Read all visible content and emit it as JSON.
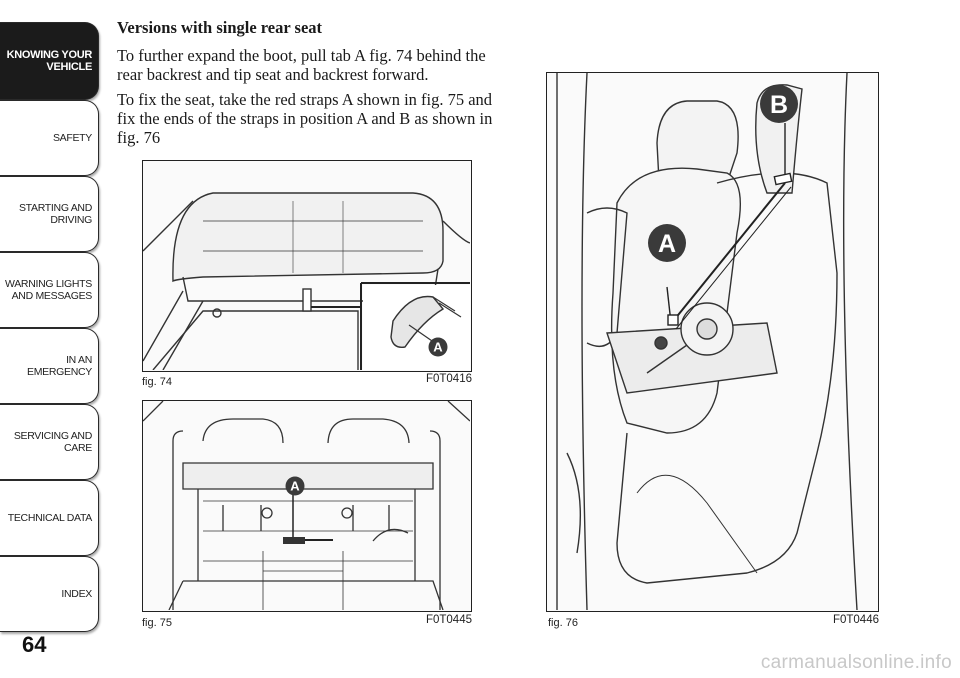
{
  "sidebar": {
    "tabs": [
      {
        "line1": "KNOWING YOUR",
        "line2": "VEHICLE",
        "active": true
      },
      {
        "line1": "SAFETY",
        "line2": ""
      },
      {
        "line1": "STARTING AND",
        "line2": "DRIVING"
      },
      {
        "line1": "WARNING LIGHTS",
        "line2": "AND MESSAGES"
      },
      {
        "line1": "IN AN EMERGENCY",
        "line2": ""
      },
      {
        "line1": "SERVICING AND",
        "line2": "CARE"
      },
      {
        "line1": "TECHNICAL DATA",
        "line2": ""
      },
      {
        "line1": "INDEX",
        "line2": ""
      }
    ]
  },
  "page_number": "64",
  "section": {
    "heading": "Versions with single rear seat",
    "para1": "To further expand the boot, pull tab A fig. 74 behind the rear backrest and tip seat and backrest forward.",
    "para2": "To fix the seat, take the red straps A shown in fig. 75 and fix the ends of the straps in position A and B as shown in fig. 76"
  },
  "figures": {
    "fig74": {
      "caption": "fig. 74",
      "code": "F0T0416",
      "callout": "A"
    },
    "fig75": {
      "caption": "fig. 75",
      "code": "F0T0445",
      "callout": "A"
    },
    "fig76": {
      "caption": "fig. 76",
      "code": "F0T0446",
      "callout_a": "A",
      "callout_b": "B"
    }
  },
  "watermark": "carmanualsonline.info",
  "colors": {
    "callout": "#3a3a3a",
    "tab_active": "#1b1b1b",
    "border": "#222222"
  }
}
